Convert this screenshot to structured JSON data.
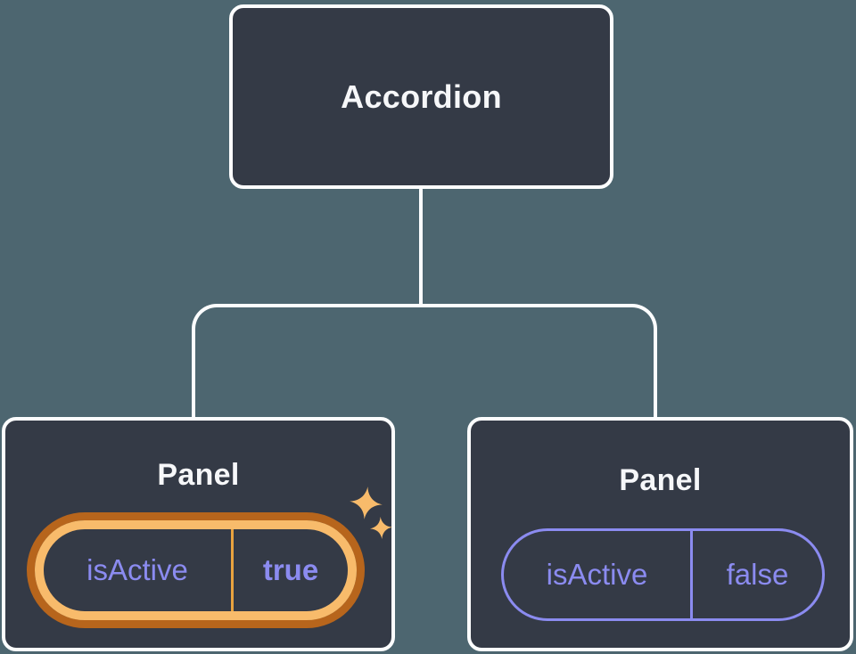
{
  "tree": {
    "root": {
      "label": "Accordion"
    },
    "children": [
      {
        "label": "Panel",
        "state": {
          "key": "isActive",
          "value": "true"
        },
        "highlighted": true
      },
      {
        "label": "Panel",
        "state": {
          "key": "isActive",
          "value": "false"
        },
        "highlighted": false
      }
    ]
  },
  "icons": {
    "sparkle": "✦"
  },
  "colors": {
    "bg": "#4d6670",
    "node-fill": "#343a46",
    "node-border": "#fcfdfe",
    "line": "#fcfdfe",
    "title-text": "#f6f7f9",
    "state-text": "#8b8bf0",
    "state-border": "#8b8bf0",
    "hl-border": "#f8bb6b",
    "hl-ring": "#b7651c",
    "hl-divider": "#e9a33f",
    "sparkle": "#f8bb6b"
  }
}
